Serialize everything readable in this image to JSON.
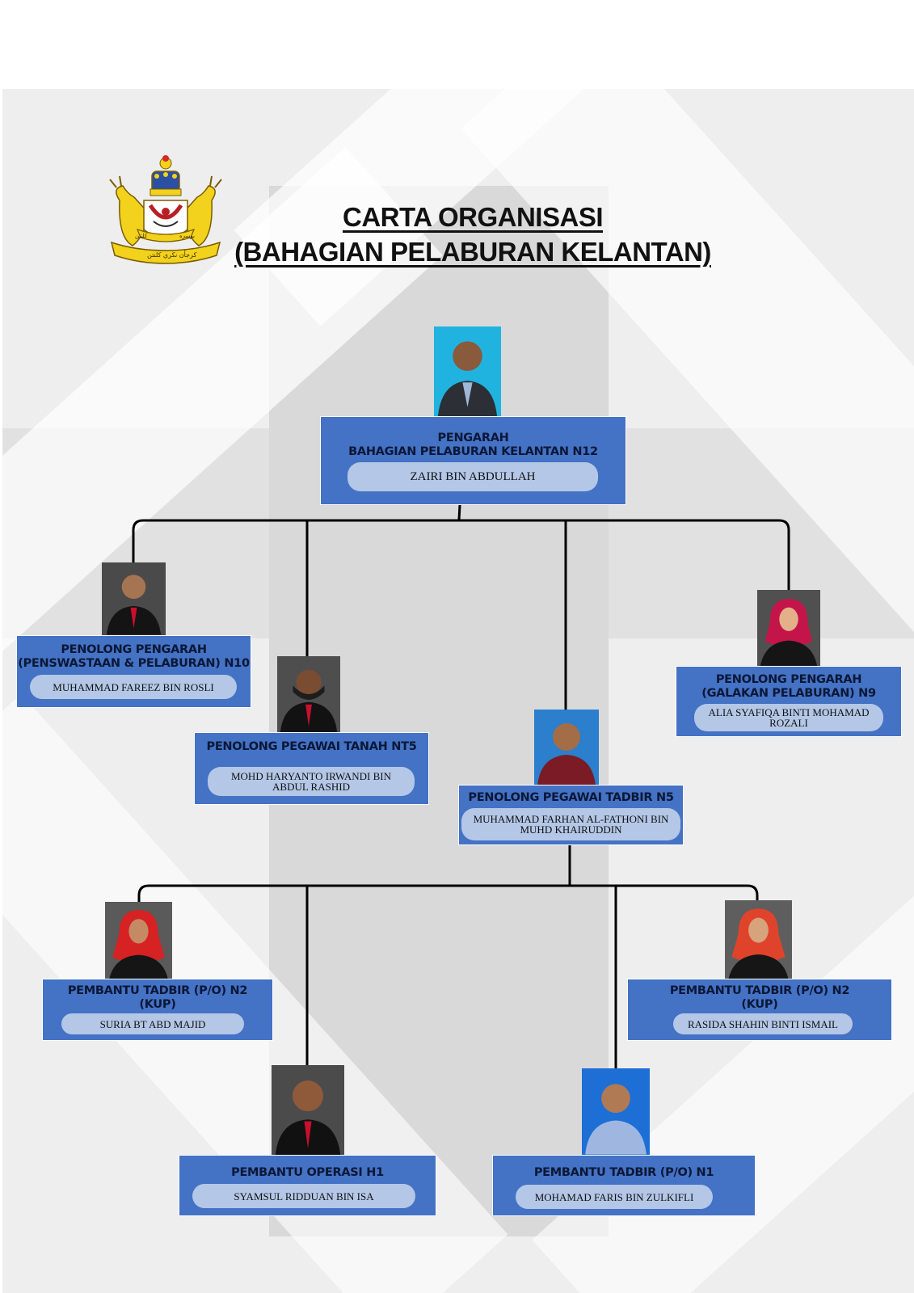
{
  "title": {
    "line1": "CARTA ORGANISASI",
    "line2": "(BAHAGIAN PELABURAN KELANTAN)"
  },
  "crest": {
    "text_top": "بوسره",
    "text_left": "كلنتن",
    "text_bottom": "كرجأن نڬري كلنتن"
  },
  "colors": {
    "card": "#4472c4",
    "pill": "#b4c7e7",
    "connector": "#000000"
  },
  "positions": {
    "director": {
      "role_line1": "PENGARAH",
      "role_line2": "BAHAGIAN PELABURAN KELANTAN N12",
      "name": "ZAIRI BIN ABDULLAH"
    },
    "asst_director_private": {
      "role_line1": "PENOLONG PENGARAH",
      "role_line2": "(PENSWASTAAN & PELABURAN) N10",
      "name": "MUHAMMAD FAREEZ BIN ROSLI"
    },
    "land_officer": {
      "role_line1": "PENOLONG PEGAWAI TANAH NT5",
      "name_line1": "MOHD HARYANTO IRWANDI BIN",
      "name_line2": "ABDUL RASHID"
    },
    "admin_officer": {
      "role_line1": "PENOLONG PEGAWAI TADBIR N5",
      "name_line1": "MUHAMMAD FARHAN AL-FATHONI BIN",
      "name_line2": "MUHD KHAIRUDDIN"
    },
    "asst_director_promo": {
      "role_line1": "PENOLONG PENGARAH",
      "role_line2": "(GALAKAN PELABURAN) N9",
      "name_line1": "ALIA SYAFIQA BINTI MOHAMAD",
      "name_line2": "ROZALI"
    },
    "admin_asst_kup_left": {
      "role_line1": "PEMBANTU TADBIR (P/O) N2",
      "role_line2": "(KUP)",
      "name": "SURIA BT ABD MAJID"
    },
    "admin_asst_kup_right": {
      "role_line1": "PEMBANTU TADBIR (P/O) N2",
      "role_line2": "(KUP)",
      "name": "RASIDA SHAHIN BINTI ISMAIL"
    },
    "operations_asst": {
      "role_line1": "PEMBANTU OPERASI H1",
      "name": "SYAMSUL RIDDUAN BIN ISA"
    },
    "admin_asst_n1": {
      "role_line1": "PEMBANTU TADBIR (P/O) N1",
      "name": "MOHAMAD FARIS BIN ZULKIFLI"
    }
  }
}
